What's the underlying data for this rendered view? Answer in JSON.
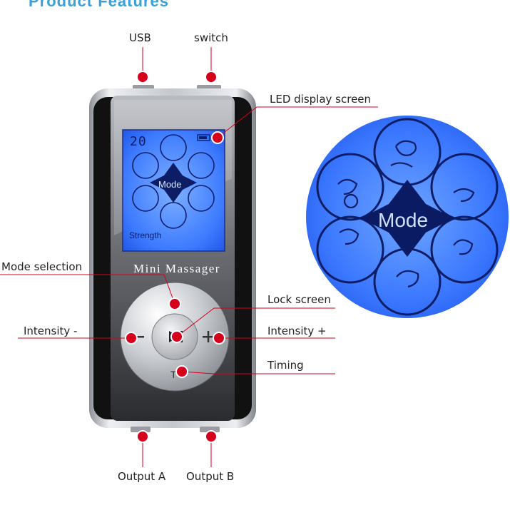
{
  "header_partial": "Product Features",
  "device": {
    "brand_text": "Mini Massager",
    "lcd_number": "20",
    "lcd_mode_text": "Mode",
    "lcd_strength_text": "Strength"
  },
  "zoom": {
    "mode_text": "Mode"
  },
  "callouts": {
    "usb": "USB",
    "switch": "switch",
    "led": "LED display screen",
    "mode_selection": "Mode selection",
    "lock_screen": "Lock screen",
    "intensity_minus": "Intensity -",
    "intensity_plus": "Intensity +",
    "timing": "Timing",
    "output_a": "Output A",
    "output_b": "Output B"
  },
  "colors": {
    "callout_red": "#d6001c",
    "lcd_blue": "#2f6bff",
    "device_silver": "#c9ccd2",
    "device_black": "#111111"
  }
}
